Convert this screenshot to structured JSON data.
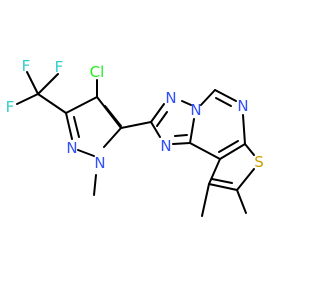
{
  "molecule": {
    "atoms": {
      "f1": "F",
      "f2": "F",
      "f3": "F",
      "cl": "Cl",
      "n_pz2": "N",
      "n_pz1": "N",
      "n_tz_top": "N",
      "n_bridge": "N",
      "n_tz_bottom": "N",
      "n_pyr": "N",
      "s_thio": "S"
    },
    "colors": {
      "F": "#33CCCC",
      "Cl": "#1FF01F",
      "N": "#3050F8",
      "S": "#C8A000",
      "bond": "#000000"
    }
  }
}
